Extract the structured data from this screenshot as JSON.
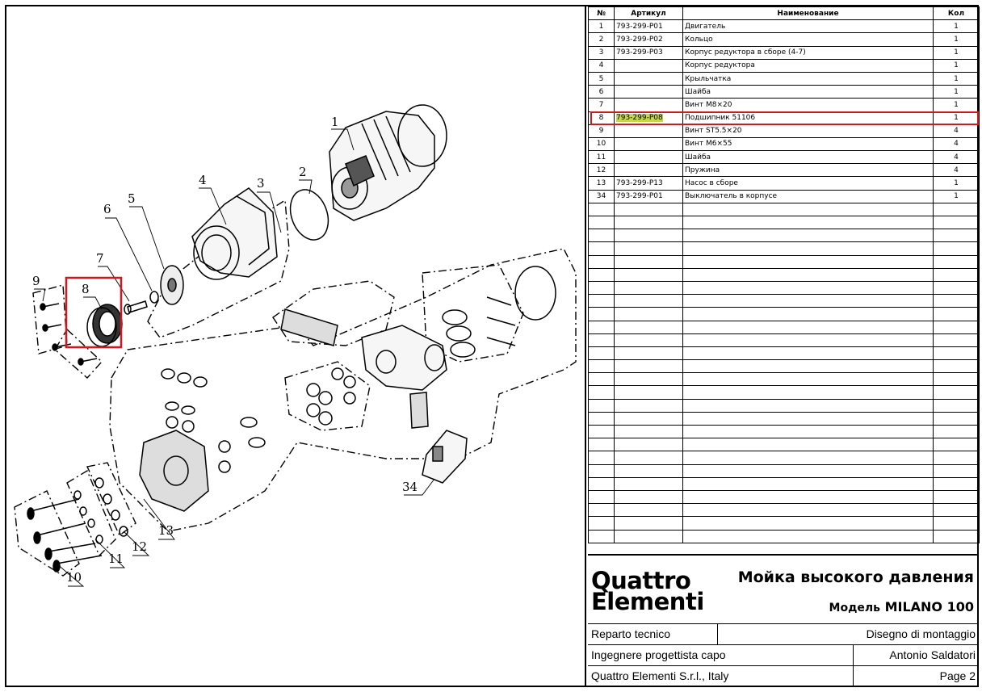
{
  "table": {
    "headers": [
      "№",
      "Артикул",
      "Наименование",
      "Кол"
    ],
    "rows": [
      {
        "n": "1",
        "art": "793-299-P01",
        "name": "Двигатель",
        "qty": "1"
      },
      {
        "n": "2",
        "art": "793-299-P02",
        "name": "Кольцо",
        "qty": "1"
      },
      {
        "n": "3",
        "art": "793-299-P03",
        "name": "Корпус редуктора в сборе (4-7)",
        "qty": "1"
      },
      {
        "n": "4",
        "art": "",
        "name": "Корпус редуктора",
        "qty": "1"
      },
      {
        "n": "5",
        "art": "",
        "name": "Крыльчатка",
        "qty": "1"
      },
      {
        "n": "6",
        "art": "",
        "name": "Шайба",
        "qty": "1"
      },
      {
        "n": "7",
        "art": "",
        "name": "Винт М8×20",
        "qty": "1"
      },
      {
        "n": "8",
        "art": "793-299-P08",
        "name": "Подшипник 51106",
        "qty": "1"
      },
      {
        "n": "9",
        "art": "",
        "name": "Винт ST5.5×20",
        "qty": "4"
      },
      {
        "n": "10",
        "art": "",
        "name": "Винт М6×55",
        "qty": "4"
      },
      {
        "n": "11",
        "art": "",
        "name": "Шайба",
        "qty": "4"
      },
      {
        "n": "12",
        "art": "",
        "name": "Пружина",
        "qty": "4"
      },
      {
        "n": "13",
        "art": "793-299-P13",
        "name": "Насос в сборе",
        "qty": "1"
      },
      {
        "n": "34",
        "art": "793-299-P01",
        "name": "Выключатель в корпусе",
        "qty": "1"
      }
    ],
    "highlight_color": "#c8d64a",
    "selection_color": "#d0191f"
  },
  "drawing": {
    "callouts": [
      "1",
      "2",
      "3",
      "4",
      "5",
      "6",
      "7",
      "8",
      "9",
      "10",
      "11",
      "12",
      "13",
      "34"
    ]
  },
  "title_block": {
    "logo_line1": "Quattro",
    "logo_line2": "Elementi",
    "product": "Мойка высокого давления",
    "model_label": "Модель",
    "model": "MILANO 100",
    "dept": "Reparto tecnico",
    "doc_type": "Disegno di montaggio",
    "role": "Ingegnere progettista capo",
    "person": "Antonio Saldatori",
    "company": "Quattro Elementi S.r.l., Italy",
    "page": "Page 2"
  }
}
